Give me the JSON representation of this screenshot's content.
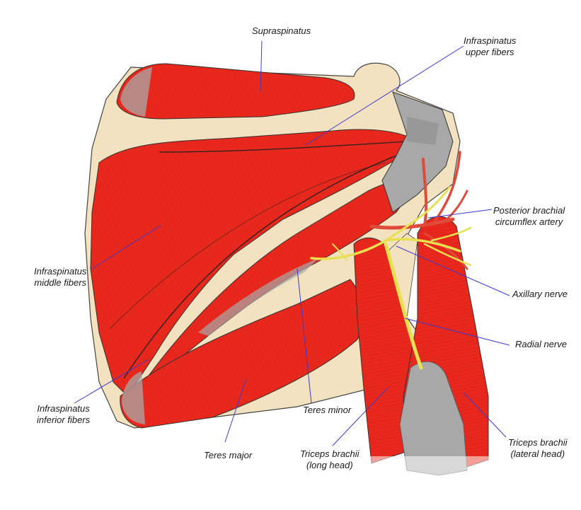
{
  "colors": {
    "muscle": "#e8281c",
    "muscle_dark": "#b8140c",
    "bone": "#f3e2c0",
    "tendon": "#a8a8a8",
    "nerve": "#e8e050",
    "artery": "#e04a3a",
    "leader": "#3a3ad0"
  },
  "labels": {
    "supraspinatus": "Supraspinatus",
    "infraspinatus_upper_1": "Infraspinatus",
    "infraspinatus_upper_2": "upper fibers",
    "posterior_brachial_1": "Posterior brachial",
    "posterior_brachial_2": "circumflex artery",
    "infraspinatus_middle_1": "Infraspinatus",
    "infraspinatus_middle_2": "middle fibers",
    "axillary_nerve": "Axillary nerve",
    "radial_nerve": "Radial nerve",
    "infraspinatus_inferior_1": "Infraspinatus",
    "infraspinatus_inferior_2": "inferior fibers",
    "teres_minor": "Teres minor",
    "teres_major": "Teres major",
    "triceps_long_1": "Triceps brachii",
    "triceps_long_2": "(long head)",
    "triceps_lateral_1": "Triceps brachii",
    "triceps_lateral_2": "(lateral head)"
  }
}
